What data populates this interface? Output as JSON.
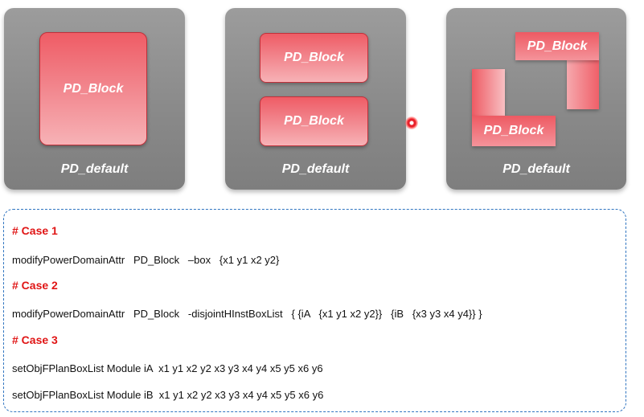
{
  "panels": [
    {
      "default_label": "PD_default",
      "blocks": [
        "PD_Block"
      ]
    },
    {
      "default_label": "PD_default",
      "blocks": [
        "PD_Block",
        "PD_Block"
      ]
    },
    {
      "default_label": "PD_default",
      "blocks": [
        "PD_Block",
        "PD_Block"
      ]
    }
  ],
  "code": {
    "case1_header": "# Case 1",
    "case1_cmd": "modifyPowerDomainAttr   PD_Block   –box   {x1 y1 x2 y2}",
    "case2_header": "# Case 2",
    "case2_cmd": "modifyPowerDomainAttr   PD_Block   -disjointHInstBoxList   { {iA   {x1 y1 x2 y2}}   {iB   {x3 y3 x4 y4}} }",
    "case3_header": "# Case 3",
    "case3_cmd1": "setObjFPlanBoxList Module iA  x1 y1 x2 y2 x3 y3 x4 y4 x5 y5 x6 y6",
    "case3_cmd2": "setObjFPlanBoxList Module iB  x1 y1 x2 y2 x3 y3 x4 y4 x5 y5 x6 y6"
  },
  "colors": {
    "block": "#ef5c65",
    "panel": "#8a8a8a",
    "case_header": "#e01515",
    "dashed_border": "#2f74c0"
  }
}
